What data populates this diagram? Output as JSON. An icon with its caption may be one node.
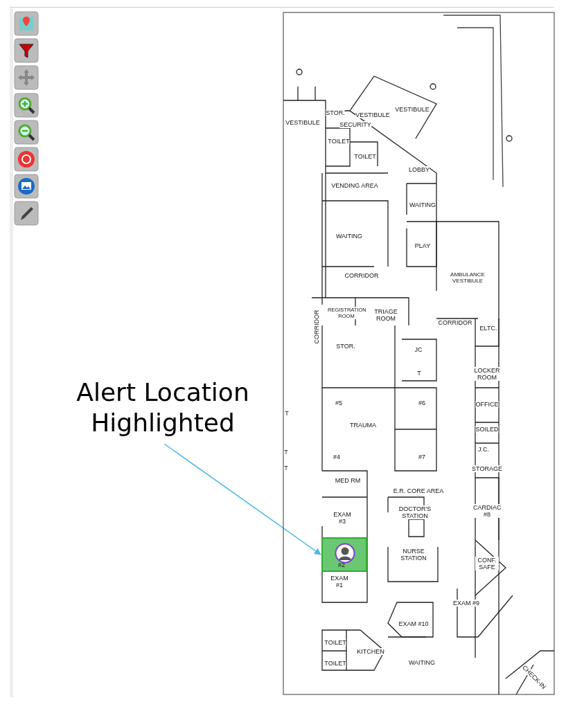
{
  "diagram": {
    "nodes": [
      {
        "text": [
          "Alert Location Highlighted"
        ]
      },
      {
        "text": [
          "#2"
        ]
      }
    ],
    "edges": [
      {
        "from": 0,
        "to": 1,
        "arrow": "to"
      }
    ],
    "labels": [
      "VESTIBULE",
      "VESTIBULE",
      "VESTIBULE",
      "STOR.",
      "SECURITY",
      "TOILET",
      "TOILET",
      "LOBBY",
      "VENDING AREA",
      "WAITING",
      "WAITING",
      "PLAY",
      "AMBULANCE VESTIBULE",
      "CORRIDOR",
      "REGISTRATION ROOM",
      "TRIAGE ROOM",
      "CORRIDOR",
      "CORRIDOR",
      "ELTC.",
      "STOR.",
      "JC",
      "T",
      "LOCKER ROOM",
      "#5",
      "#6",
      "TRAUMA",
      "OFFICE",
      "SOILED",
      "T",
      "T",
      "T",
      "J.C.",
      "#4",
      "#7",
      "STORAGE",
      "MED RM",
      "E.R. CORE AREA",
      "DOCTOR'S STATION",
      "CARDIAC #8",
      "EXAM #3",
      "NURSE STATION",
      "CONF. SAFE",
      "EXAM #1",
      "EXAM #9",
      "EXAM #10",
      "TOILET",
      "KITCHEN",
      "TOILET",
      "WAITING",
      "CHECK-IN"
    ]
  }
}
